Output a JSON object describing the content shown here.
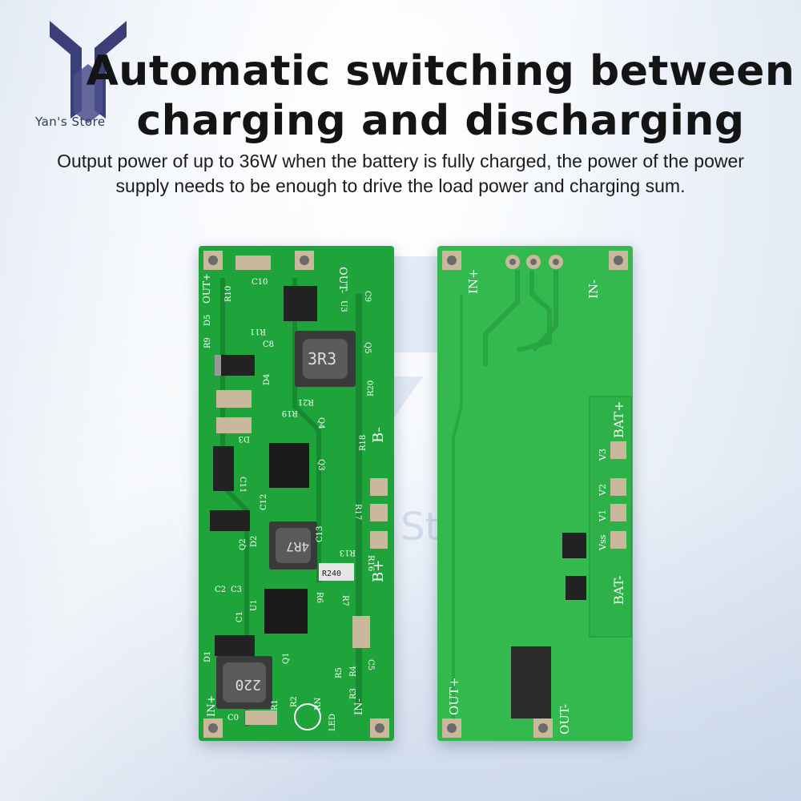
{
  "header": {
    "title_line1": "Automatic switching between",
    "title_line2": "charging and discharging",
    "subtitle": "Output power of up to 36W when the battery is fully charged, the power of the power supply needs to be enough to drive the load power and charging sum."
  },
  "brand": {
    "store_name": "Yan's Store",
    "watermark": "Store",
    "logo_icon": "yt-monogram-icon"
  },
  "front_board": {
    "labels": [
      "OUT-",
      "OUT+",
      "IN+",
      "IN-",
      "B+",
      "B-",
      "LED",
      "3R3",
      "4R7",
      "220",
      "R240"
    ],
    "components": [
      "C10",
      "C9",
      "R10",
      "D5",
      "U3",
      "Q5",
      "R11",
      "R9",
      "C8",
      "D4",
      "R21",
      "R20",
      "R19",
      "Q4",
      "D3",
      "R18",
      "Q3",
      "C11",
      "D2",
      "C12",
      "Q2",
      "R17",
      "C13",
      "R13",
      "R16",
      "R6",
      "R7",
      "C2",
      "C3",
      "U1",
      "C1",
      "D1",
      "C5",
      "Q1",
      "R5",
      "R4",
      "R3",
      "R2",
      "R1",
      "C0",
      "RN"
    ]
  },
  "back_board": {
    "labels": [
      "IN+",
      "IN-",
      "BAT+",
      "V3",
      "V2",
      "V1",
      "Vss",
      "BAT-",
      "OUT+",
      "OUT-"
    ]
  },
  "colors": {
    "pcb_green": "#1fa43c",
    "pcb_light": "#34b94f",
    "trace": "#178a31",
    "pad": "#c9b89c",
    "title": "#141414"
  }
}
